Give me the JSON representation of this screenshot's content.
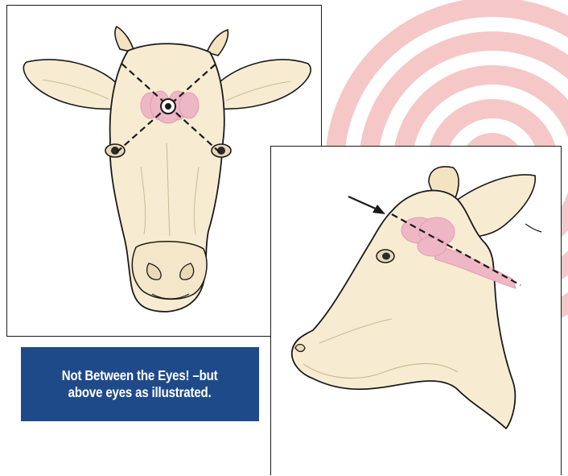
{
  "caption": {
    "line1": "Not Between the Eyes! –but",
    "line2": "above eyes as illustrated."
  },
  "colors": {
    "caption_bg": "#1f4a8a",
    "caption_text": "#ffffff",
    "rings": "#f6c7c7",
    "cow_skin": "#f7ecd2",
    "brain": "#eeb7c6",
    "outline": "#1a1a1a"
  },
  "icons": {
    "front_panel": "cow-head-front-view",
    "side_panel": "cow-head-side-view",
    "target_marker": "bullseye",
    "indicator": "arrow"
  }
}
